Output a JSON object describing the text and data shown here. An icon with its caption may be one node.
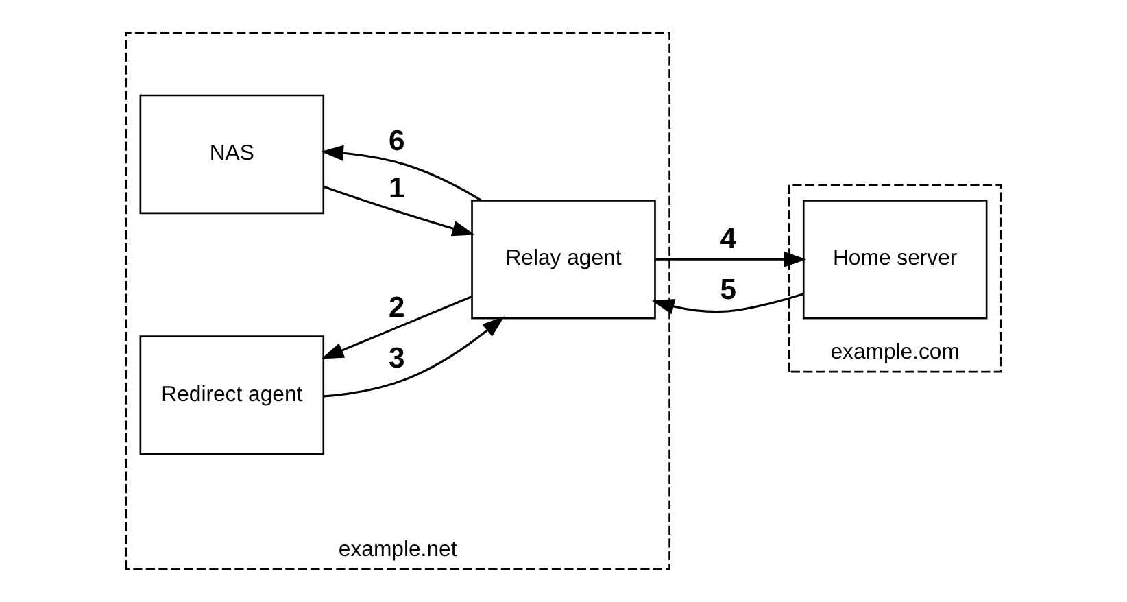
{
  "diagram": {
    "nodes": [
      {
        "text": [
          "example.net"
        ]
      },
      {
        "text": [
          "NAS"
        ],
        "in": 0
      },
      {
        "text": [
          "Redirect agent"
        ],
        "in": 0
      },
      {
        "text": [
          "Relay agent"
        ],
        "in": 0
      },
      {
        "text": [
          "example.com"
        ]
      },
      {
        "text": [
          "Home server"
        ],
        "in": 4
      }
    ],
    "edges": [
      {
        "from": 1,
        "to": 3,
        "arrow": "to",
        "label": "1"
      },
      {
        "from": 3,
        "to": 2,
        "arrow": "to",
        "label": "2"
      },
      {
        "from": 2,
        "to": 3,
        "arrow": "to",
        "label": "3"
      },
      {
        "from": 3,
        "to": 5,
        "arrow": "to",
        "label": "4"
      },
      {
        "from": 5,
        "to": 3,
        "arrow": "to",
        "label": "5"
      },
      {
        "from": 3,
        "to": 1,
        "arrow": "to",
        "label": "6"
      }
    ]
  }
}
